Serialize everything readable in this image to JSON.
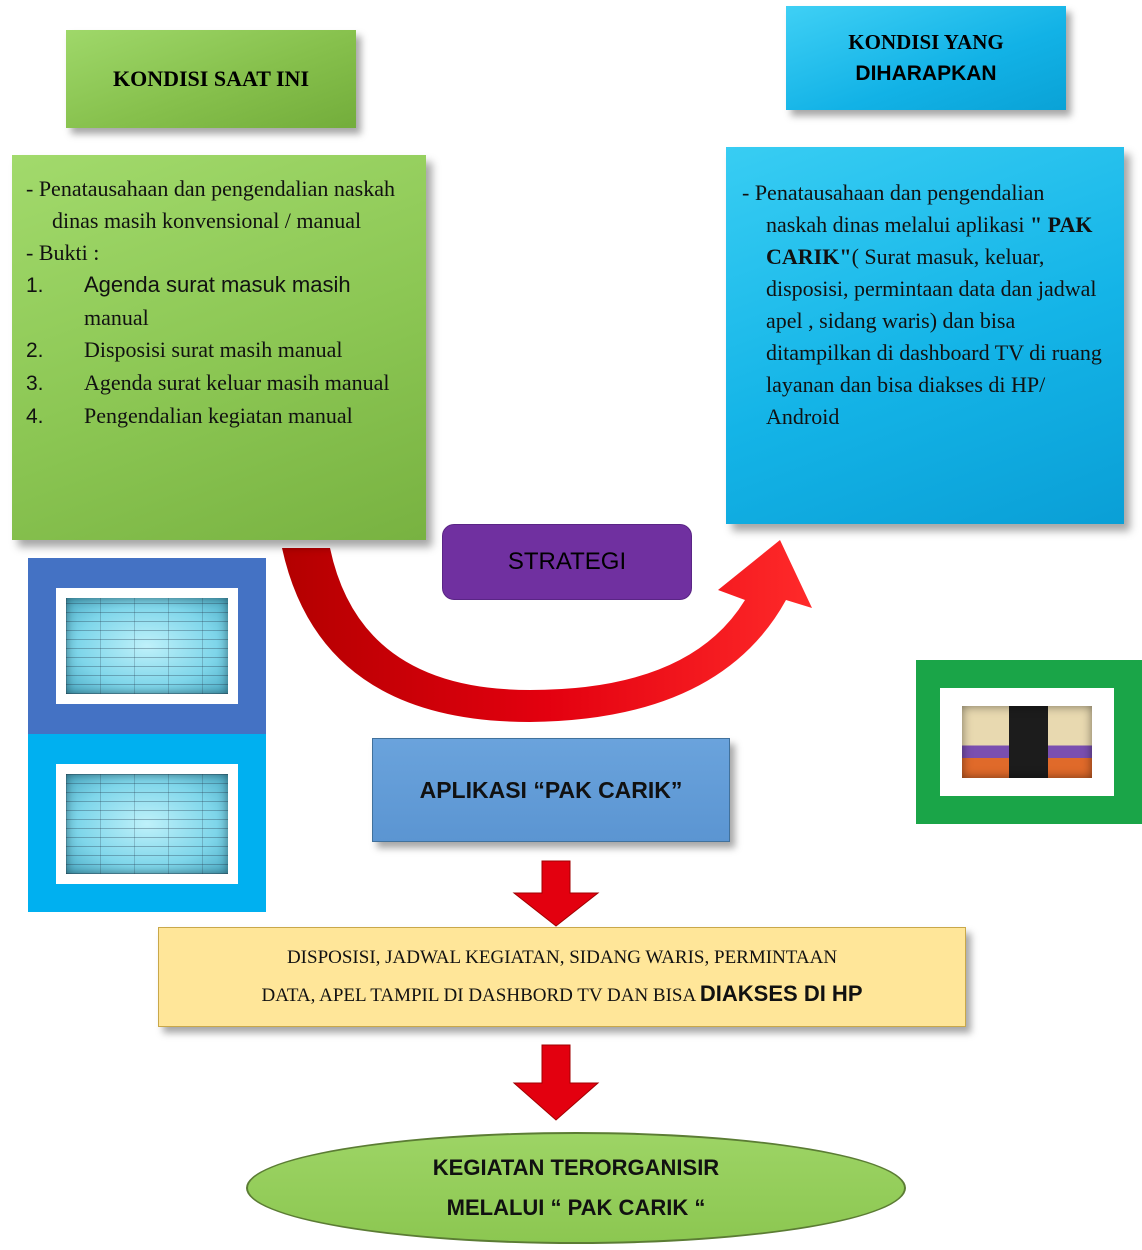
{
  "current_condition": {
    "title": "KONDISI SAAT INI",
    "line1": "- Penatausahaan  dan pengendalian naskah dinas masih konvensional / manual",
    "line2": "- Bukti :",
    "items": [
      {
        "num": "1.",
        "text": "Agenda surat masuk masih",
        "text_cont": "manual"
      },
      {
        "num": "2.",
        "text": "Disposisi surat masih manual"
      },
      {
        "num": "3.",
        "text": "Agenda surat keluar masih manual"
      },
      {
        "num": "4.",
        "text": "Pengendalian kegiatan manual"
      }
    ]
  },
  "expected_condition": {
    "title_line1": "KONDISI YANG",
    "title_line2": "DIHARAPKAN",
    "text_a": "- Penatausahaan dan pengendalian naskah dinas melalui aplikasi ",
    "text_bold": " \" PAK CARIK\"",
    "text_b": "( Surat masuk, keluar, disposisi, permintaan data dan jadwal apel , sidang waris) dan bisa ditampilkan di dashboard TV di ruang layanan dan bisa diakses di  HP/ Android"
  },
  "strategy_label": "STRATEGI",
  "app_label": "APLIKASI “PAK CARIK”",
  "result": {
    "line1": "DISPOSISI, JADWAL KEGIATAN, SIDANG WARIS, PERMINTAAN",
    "line2": "DATA, APEL TAMPIL DI DASHBORD TV DAN BISA ",
    "highlight": "DIAKSES DI HP"
  },
  "outcome": {
    "line1": "KEGIATAN TERORGANISIR",
    "line2": "MELALUI  “ PAK CARIK “"
  },
  "colors": {
    "green": "#8bc653",
    "blue": "#14b4e7",
    "purple": "#7030a0",
    "red_arrow": "#e3000f",
    "app_blue": "#5b95d2",
    "result_yellow": "#ffe699"
  },
  "images": [
    "manual-agenda-photo",
    "manual-disposition-photo",
    "dashboard-tv-photo"
  ]
}
